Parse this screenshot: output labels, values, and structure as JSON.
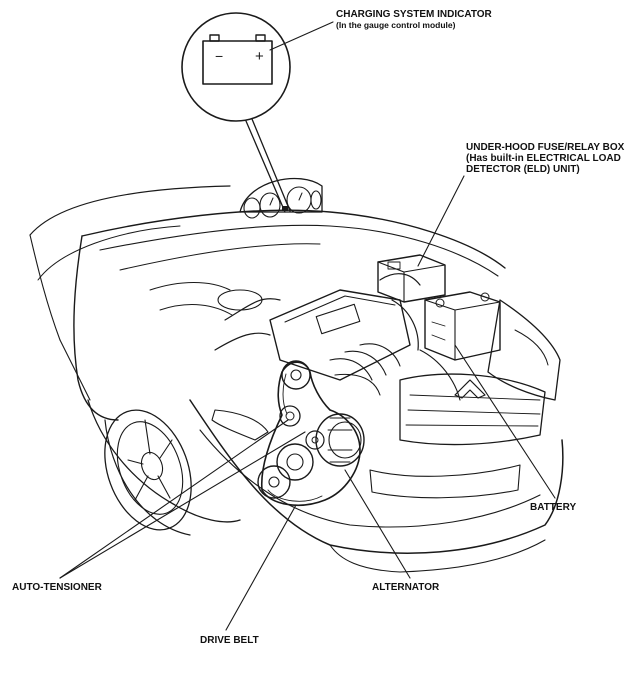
{
  "labels": {
    "charging_title": "CHARGING SYSTEM INDICATOR",
    "charging_sub": "(In the gauge control module)",
    "fuse_box_line1": "UNDER-HOOD FUSE/RELAY BOX",
    "fuse_box_line2": "(Has built-in ELECTRICAL LOAD",
    "fuse_box_line3": "DETECTOR (ELD) UNIT)",
    "battery": "BATTERY",
    "auto_tensioner": "AUTO-TENSIONER",
    "alternator": "ALTERNATOR",
    "drive_belt": "DRIVE BELT"
  },
  "battery_icon": {
    "minus": "−",
    "plus": "+"
  },
  "colors": {
    "ink": "#1a1a1a",
    "paper": "#ffffff"
  }
}
